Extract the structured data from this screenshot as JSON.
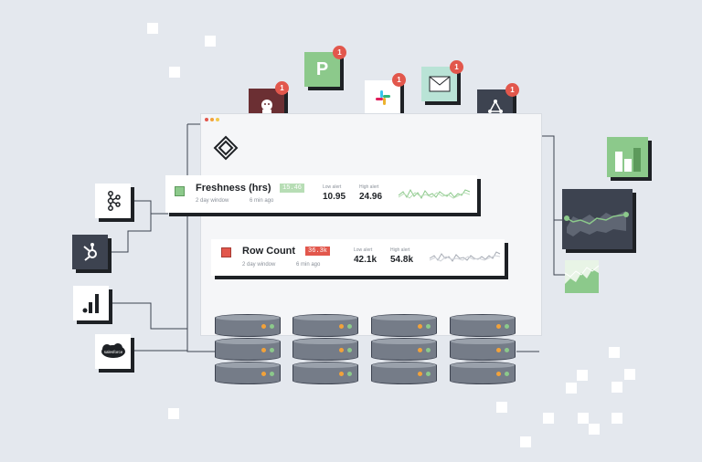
{
  "metrics": [
    {
      "name": "Freshness (hrs)",
      "current_value": "15.46",
      "window": "2 day window",
      "updated": "6 min ago",
      "low_alert_label": "Low alert",
      "low_alert_value": "10.95",
      "high_alert_label": "High alert",
      "high_alert_value": "24.96",
      "status_color": "#8cc98b"
    },
    {
      "name": "Row Count",
      "current_value": "36.3k",
      "window": "2 day window",
      "updated": "6 min ago",
      "low_alert_label": "Low alert",
      "low_alert_value": "42.1k",
      "high_alert_label": "High alert",
      "high_alert_value": "54.8k",
      "status_color": "#e2574c"
    }
  ],
  "notification_icons": [
    {
      "icon": "datadog-icon",
      "badge": "1"
    },
    {
      "icon": "pagerduty-icon",
      "badge": "1"
    },
    {
      "icon": "slack-icon",
      "badge": "1"
    },
    {
      "icon": "email-icon",
      "badge": "1"
    },
    {
      "icon": "webhook-icon",
      "badge": "1"
    }
  ],
  "sources": [
    "kafka-icon",
    "hubspot-icon",
    "analytics-icon",
    "salesforce-icon"
  ],
  "salesforce_label": "salesforce",
  "outputs": [
    "bar-chart-icon",
    "line-chart-icon",
    "area-chart-icon"
  ],
  "colors": {
    "background": "#e4e8ee",
    "dark": "#1e2125",
    "green": "#8cc98b",
    "red": "#e2574c",
    "led_orange": "#f2a23a",
    "led_green": "#8cc98b"
  }
}
